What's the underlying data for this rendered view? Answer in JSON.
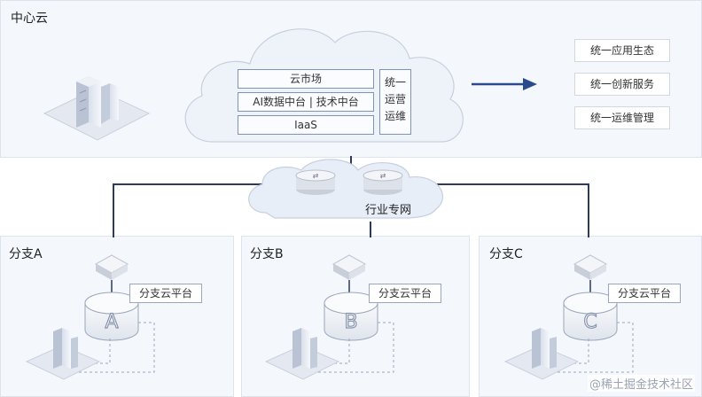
{
  "center_cloud": {
    "title": "中心云",
    "stack": {
      "row1": "云市场",
      "row2": "AI数据中台 | 技术中台",
      "row3": "IaaS"
    },
    "side_label": "统一运营运维",
    "side_lines": [
      "统一",
      "运营",
      "运维"
    ]
  },
  "services": [
    "统一应用生态",
    "统一创新服务",
    "统一运维管理"
  ],
  "network": {
    "label": "行业专网"
  },
  "branches": [
    {
      "title": "分支A",
      "letter": "A",
      "platform": "分支云平台"
    },
    {
      "title": "分支B",
      "letter": "B",
      "platform": "分支云平台"
    },
    {
      "title": "分支C",
      "letter": "C",
      "platform": "分支云平台"
    }
  ],
  "watermark": "@稀土掘金技术社区",
  "colors": {
    "panel_bg": "#f4f7fc",
    "line_dark": "#2b3a60",
    "arrow": "#2b4a8c",
    "cloud_fill": "#eef2f9",
    "cloud_stroke": "#c7d0de"
  }
}
